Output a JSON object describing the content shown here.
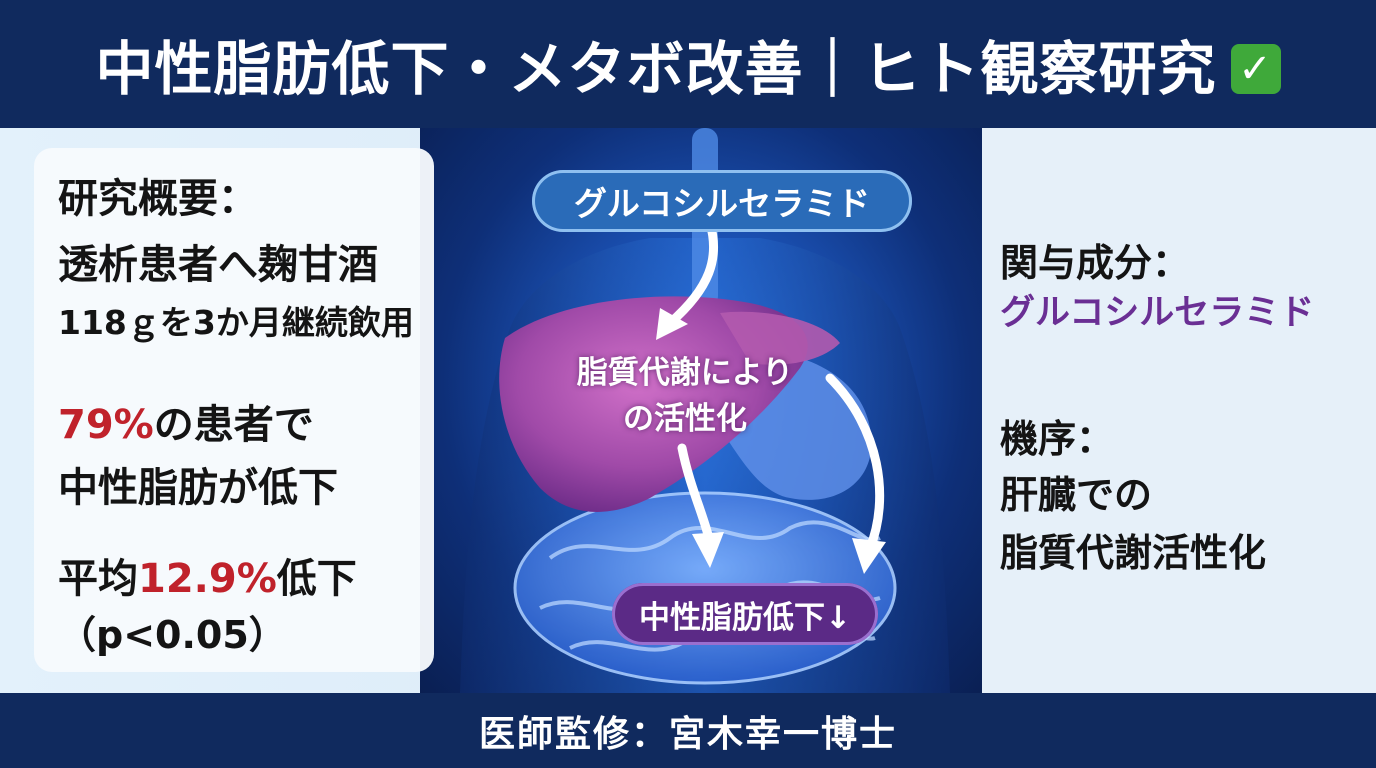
{
  "header": {
    "title": "中性脂肪低下・メタボ改善｜ヒト観察研究",
    "check_icon": "check-box-icon",
    "check_color": "#3fa93a"
  },
  "left": {
    "overview_heading": "研究概要：",
    "overview_line1": "透析患者へ麹甘酒",
    "overview_line2": "118ｇを3か月継続飲用",
    "result_percent": "79%",
    "result_rest": "の患者で",
    "result_line2": "中性脂肪が低下",
    "avg_prefix": "平均",
    "avg_value": "12.9%",
    "avg_suffix": "低下",
    "p_value": "（p<0.05）"
  },
  "center": {
    "top_pill": "グルコシルセラミド",
    "mid_text_line1": "脂質代謝により",
    "mid_text_line2": "の活性化",
    "bottom_pill": "中性脂肪低下↓"
  },
  "right": {
    "component_heading": "関与成分：",
    "component_value": "グルコシルセラミド",
    "mechanism_heading": "機序：",
    "mechanism_line1": "肝臓での",
    "mechanism_line2": "脂質代謝活性化"
  },
  "footer": {
    "text": "医師監修：宮木幸一博士"
  },
  "colors": {
    "navy": "#102a5e",
    "accent_red": "#c0222b",
    "accent_purple": "#6a2f94",
    "pill_blue": "#2a6bb8",
    "pill_purple": "#5b2a86"
  }
}
